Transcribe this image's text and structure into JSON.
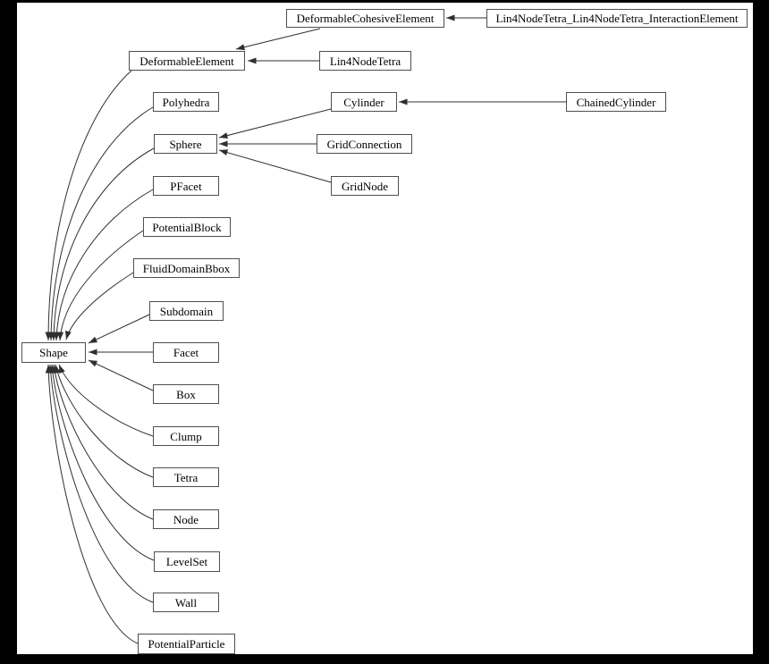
{
  "colors": {
    "page-bg": "#000000",
    "canvas-bg": "#ffffff",
    "node-bg": "#ffffff",
    "node-border": "#4f4f4f",
    "node-text": "#000000",
    "edge": "#2f2f2f"
  },
  "diagram": {
    "type": "inheritance-graph",
    "base_node": "Shape",
    "nodes": [
      {
        "id": "deformable-cohesive-element",
        "label": "DeformableCohesiveElement"
      },
      {
        "id": "lin4nodetetra-lin4nodetetra-interactionelement",
        "label": "Lin4NodeTetra_Lin4NodeTetra_InteractionElement"
      },
      {
        "id": "deformable-element",
        "label": "DeformableElement"
      },
      {
        "id": "lin4nodetetra",
        "label": "Lin4NodeTetra"
      },
      {
        "id": "polyhedra",
        "label": "Polyhedra"
      },
      {
        "id": "cylinder",
        "label": "Cylinder"
      },
      {
        "id": "chained-cylinder",
        "label": "ChainedCylinder"
      },
      {
        "id": "sphere",
        "label": "Sphere"
      },
      {
        "id": "grid-connection",
        "label": "GridConnection"
      },
      {
        "id": "pfacet",
        "label": "PFacet"
      },
      {
        "id": "grid-node",
        "label": "GridNode"
      },
      {
        "id": "potential-block",
        "label": "PotentialBlock"
      },
      {
        "id": "fluid-domain-bbox",
        "label": "FluidDomainBbox"
      },
      {
        "id": "subdomain",
        "label": "Subdomain"
      },
      {
        "id": "shape",
        "label": "Shape"
      },
      {
        "id": "facet",
        "label": "Facet"
      },
      {
        "id": "box",
        "label": "Box"
      },
      {
        "id": "clump",
        "label": "Clump"
      },
      {
        "id": "tetra",
        "label": "Tetra"
      },
      {
        "id": "node",
        "label": "Node"
      },
      {
        "id": "levelset",
        "label": "LevelSet"
      },
      {
        "id": "wall",
        "label": "Wall"
      },
      {
        "id": "potential-particle",
        "label": "PotentialParticle"
      }
    ],
    "edges": [
      {
        "from": "Lin4NodeTetra_Lin4NodeTetra_InteractionElement",
        "to": "DeformableCohesiveElement"
      },
      {
        "from": "DeformableCohesiveElement",
        "to": "DeformableElement"
      },
      {
        "from": "Lin4NodeTetra",
        "to": "DeformableElement"
      },
      {
        "from": "ChainedCylinder",
        "to": "Cylinder"
      },
      {
        "from": "Cylinder",
        "to": "Sphere"
      },
      {
        "from": "GridConnection",
        "to": "Sphere"
      },
      {
        "from": "GridNode",
        "to": "Sphere"
      },
      {
        "from": "DeformableElement",
        "to": "Shape"
      },
      {
        "from": "Polyhedra",
        "to": "Shape"
      },
      {
        "from": "Sphere",
        "to": "Shape"
      },
      {
        "from": "PFacet",
        "to": "Shape"
      },
      {
        "from": "PotentialBlock",
        "to": "Shape"
      },
      {
        "from": "FluidDomainBbox",
        "to": "Shape"
      },
      {
        "from": "Subdomain",
        "to": "Shape"
      },
      {
        "from": "Facet",
        "to": "Shape"
      },
      {
        "from": "Box",
        "to": "Shape"
      },
      {
        "from": "Clump",
        "to": "Shape"
      },
      {
        "from": "Tetra",
        "to": "Shape"
      },
      {
        "from": "Node",
        "to": "Shape"
      },
      {
        "from": "LevelSet",
        "to": "Shape"
      },
      {
        "from": "Wall",
        "to": "Shape"
      },
      {
        "from": "PotentialParticle",
        "to": "Shape"
      }
    ]
  }
}
